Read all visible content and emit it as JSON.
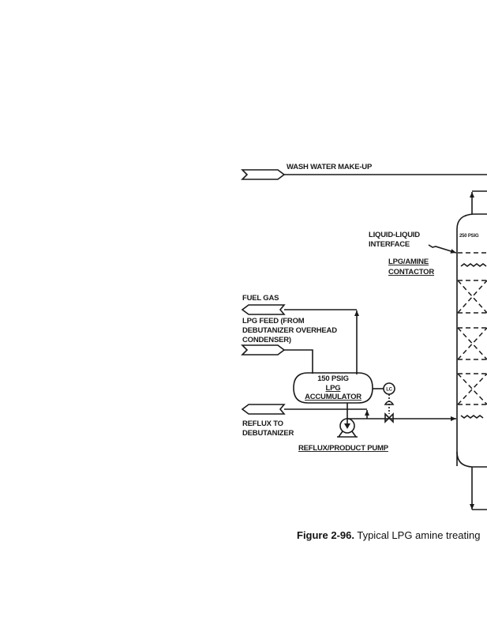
{
  "diagram": {
    "labels": {
      "wash_water": "WASH WATER MAKE-UP",
      "interface_1": "LIQUID-LIQUID",
      "interface_2": "INTERFACE",
      "contactor_1": "LPG/AMINE",
      "contactor_2": "CONTACTOR",
      "column_pressure": "250 PSIG",
      "fuel_gas": "FUEL GAS",
      "feed_1": "LPG FEED (FROM",
      "feed_2": "DEBUTANIZER OVERHEAD",
      "feed_3": "CONDENSER)",
      "acc_pressure": "150 PSIG",
      "acc_1": "LPG",
      "acc_2": "ACCUMULATOR",
      "lc": "LC",
      "reflux_1": "REFLUX TO",
      "reflux_2": "DEBUTANIZER",
      "pump": "REFLUX/PRODUCT PUMP"
    },
    "caption": {
      "number": "Figure 2-96.",
      "text": " Typical LPG amine treating"
    }
  }
}
